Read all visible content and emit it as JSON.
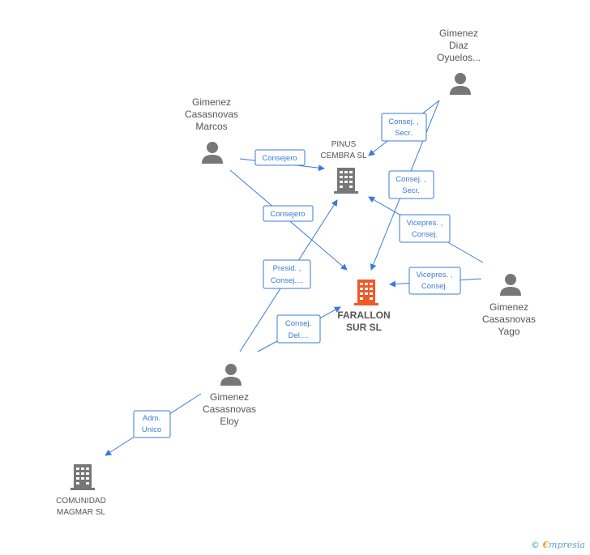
{
  "colors": {
    "edge": "#3a7bd5",
    "person": "#777777",
    "company": "#777777",
    "focus": "#f05a28"
  },
  "persons": {
    "diaz": [
      "Gimenez",
      "Diaz",
      "Oyuelos..."
    ],
    "marcos": [
      "Gimenez",
      "Casasnovas",
      "Marcos"
    ],
    "yago": [
      "Gimenez",
      "Casasnovas",
      "Yago"
    ],
    "eloy": [
      "Gimenez",
      "Casasnovas",
      "Eloy"
    ]
  },
  "companies": {
    "pinus": [
      "PINUS",
      "CEMBRA SL"
    ],
    "farallon": [
      "FARALLON",
      "SUR SL"
    ],
    "comunidad": [
      "COMUNIDAD",
      "MAGMAR SL"
    ]
  },
  "edges": {
    "diaz_pinus": [
      "Consej. ,",
      "Secr."
    ],
    "diaz_farallon": [
      "Consej. ,",
      "Secr."
    ],
    "marcos_pinus": [
      "Consejero"
    ],
    "marcos_farallon": [
      "Consejero"
    ],
    "yago_pinus": [
      "Vicepres. ,",
      "Consej."
    ],
    "yago_farallon": [
      "Vicepres. ,",
      "Consej."
    ],
    "eloy_pinus": [
      "Presid. ,",
      "Consej...."
    ],
    "eloy_farallon": [
      "Consej.",
      "Del...."
    ],
    "eloy_comunidad": [
      "Adm.",
      "Unico"
    ]
  },
  "brand": {
    "copyright": "©",
    "name_initial": "€",
    "name_rest": "mpresia"
  }
}
